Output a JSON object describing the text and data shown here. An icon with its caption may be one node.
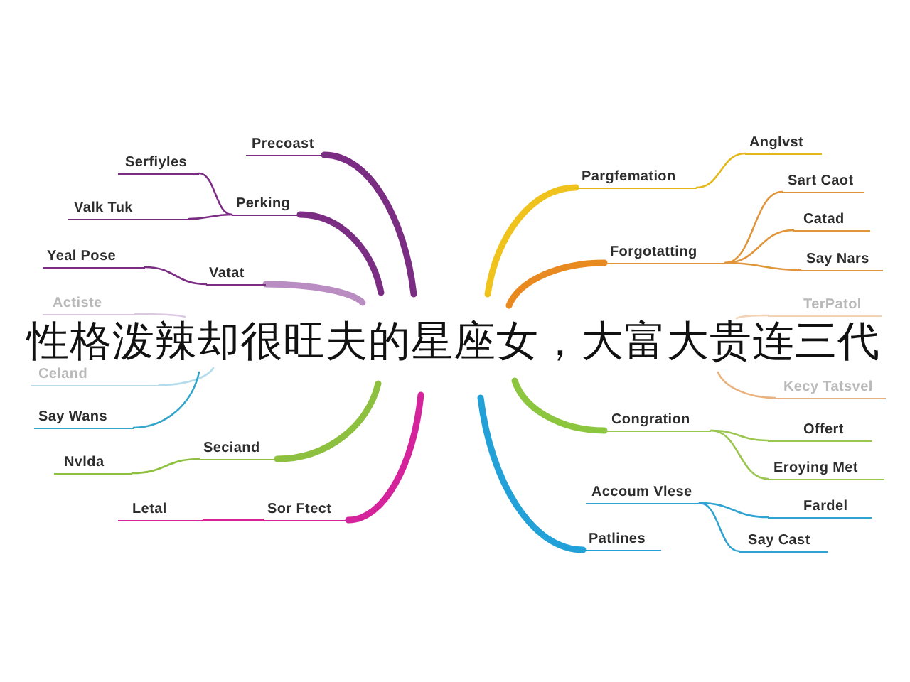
{
  "diagram": {
    "title": "性格泼辣却很旺夫的星座女，大富大贵连三代",
    "nodes": [
      {
        "text": [
          "Precoast"
        ]
      },
      {
        "text": [
          "Perking"
        ]
      },
      {
        "text": [
          "Serfiyles"
        ]
      },
      {
        "text": [
          "Valk Tuk"
        ]
      },
      {
        "text": [
          "Vatat"
        ]
      },
      {
        "text": [
          "Yeal Pose"
        ]
      },
      {
        "text": [
          "Actiste"
        ]
      },
      {
        "text": [
          "Celand"
        ]
      },
      {
        "text": [
          "Say Wans"
        ]
      },
      {
        "text": [
          "Seciand"
        ]
      },
      {
        "text": [
          "Nvlda"
        ]
      },
      {
        "text": [
          "Sor Ftect"
        ]
      },
      {
        "text": [
          "Letal"
        ]
      },
      {
        "text": [
          "Pargfemation"
        ]
      },
      {
        "text": [
          "Anglvst"
        ]
      },
      {
        "text": [
          "Forgotatting"
        ]
      },
      {
        "text": [
          "Sart Caot"
        ]
      },
      {
        "text": [
          "Catad"
        ]
      },
      {
        "text": [
          "Say Nars"
        ]
      },
      {
        "text": [
          "TerPatol"
        ]
      },
      {
        "text": [
          "Kecy Tatsvel"
        ]
      },
      {
        "text": [
          "Congration"
        ]
      },
      {
        "text": [
          "Offert"
        ]
      },
      {
        "text": [
          "Eroying Met"
        ]
      },
      {
        "text": [
          "Accoum Vlese"
        ]
      },
      {
        "text": [
          "Fardel"
        ]
      },
      {
        "text": [
          "Say Cast"
        ]
      },
      {
        "text": [
          "Patlines"
        ]
      }
    ],
    "edges": [
      {
        "from": null,
        "to": 0,
        "arrow": "none",
        "style": "thick",
        "color": "#7b2d83"
      },
      {
        "from": null,
        "to": 1,
        "arrow": "none",
        "style": "thick",
        "color": "#7b2d83"
      },
      {
        "from": 1,
        "to": 2,
        "arrow": "none",
        "color": "#7b2d83"
      },
      {
        "from": 1,
        "to": 3,
        "arrow": "none",
        "color": "#7b2d83"
      },
      {
        "from": null,
        "to": 4,
        "arrow": "none",
        "style": "thick",
        "color": "#b98cc2"
      },
      {
        "from": 4,
        "to": 5,
        "arrow": "none",
        "color": "#7b2d83"
      },
      {
        "from": null,
        "to": 6,
        "arrow": "none",
        "color": "#dcc8e2"
      },
      {
        "from": null,
        "to": 7,
        "arrow": "none",
        "color": "#b5dcea"
      },
      {
        "from": null,
        "to": 8,
        "arrow": "none",
        "color": "#35a6cb"
      },
      {
        "from": null,
        "to": 9,
        "arrow": "none",
        "style": "thick",
        "color": "#8dc03f"
      },
      {
        "from": 9,
        "to": 10,
        "arrow": "none",
        "color": "#8dc03f"
      },
      {
        "from": null,
        "to": 11,
        "arrow": "none",
        "style": "thick",
        "color": "#d4239b"
      },
      {
        "from": 11,
        "to": 12,
        "arrow": "none",
        "color": "#d4239b"
      },
      {
        "from": null,
        "to": 13,
        "arrow": "none",
        "style": "thick",
        "color": "#efc31c"
      },
      {
        "from": 13,
        "to": 14,
        "arrow": "none",
        "color": "#e3b81a"
      },
      {
        "from": null,
        "to": 15,
        "arrow": "none",
        "style": "thick",
        "color": "#e98a20"
      },
      {
        "from": 15,
        "to": 16,
        "arrow": "none",
        "color": "#e0953a"
      },
      {
        "from": 15,
        "to": 17,
        "arrow": "none",
        "color": "#e0953a"
      },
      {
        "from": 15,
        "to": 18,
        "arrow": "none",
        "color": "#e0953a"
      },
      {
        "from": null,
        "to": 19,
        "arrow": "none",
        "color": "#f4d3b5"
      },
      {
        "from": null,
        "to": 20,
        "arrow": "none",
        "color": "#e9b27f"
      },
      {
        "from": null,
        "to": 21,
        "arrow": "none",
        "style": "thick",
        "color": "#8cc63f"
      },
      {
        "from": 21,
        "to": 22,
        "arrow": "none",
        "color": "#9cc74f"
      },
      {
        "from": 21,
        "to": 23,
        "arrow": "none",
        "color": "#9cc74f"
      },
      {
        "from": 24,
        "to": 25,
        "arrow": "none",
        "color": "#2fa3d2"
      },
      {
        "from": 24,
        "to": 26,
        "arrow": "none",
        "color": "#2fa3d2"
      },
      {
        "from": null,
        "to": 27,
        "arrow": "none",
        "style": "thick",
        "color": "#22a0d8"
      }
    ]
  }
}
